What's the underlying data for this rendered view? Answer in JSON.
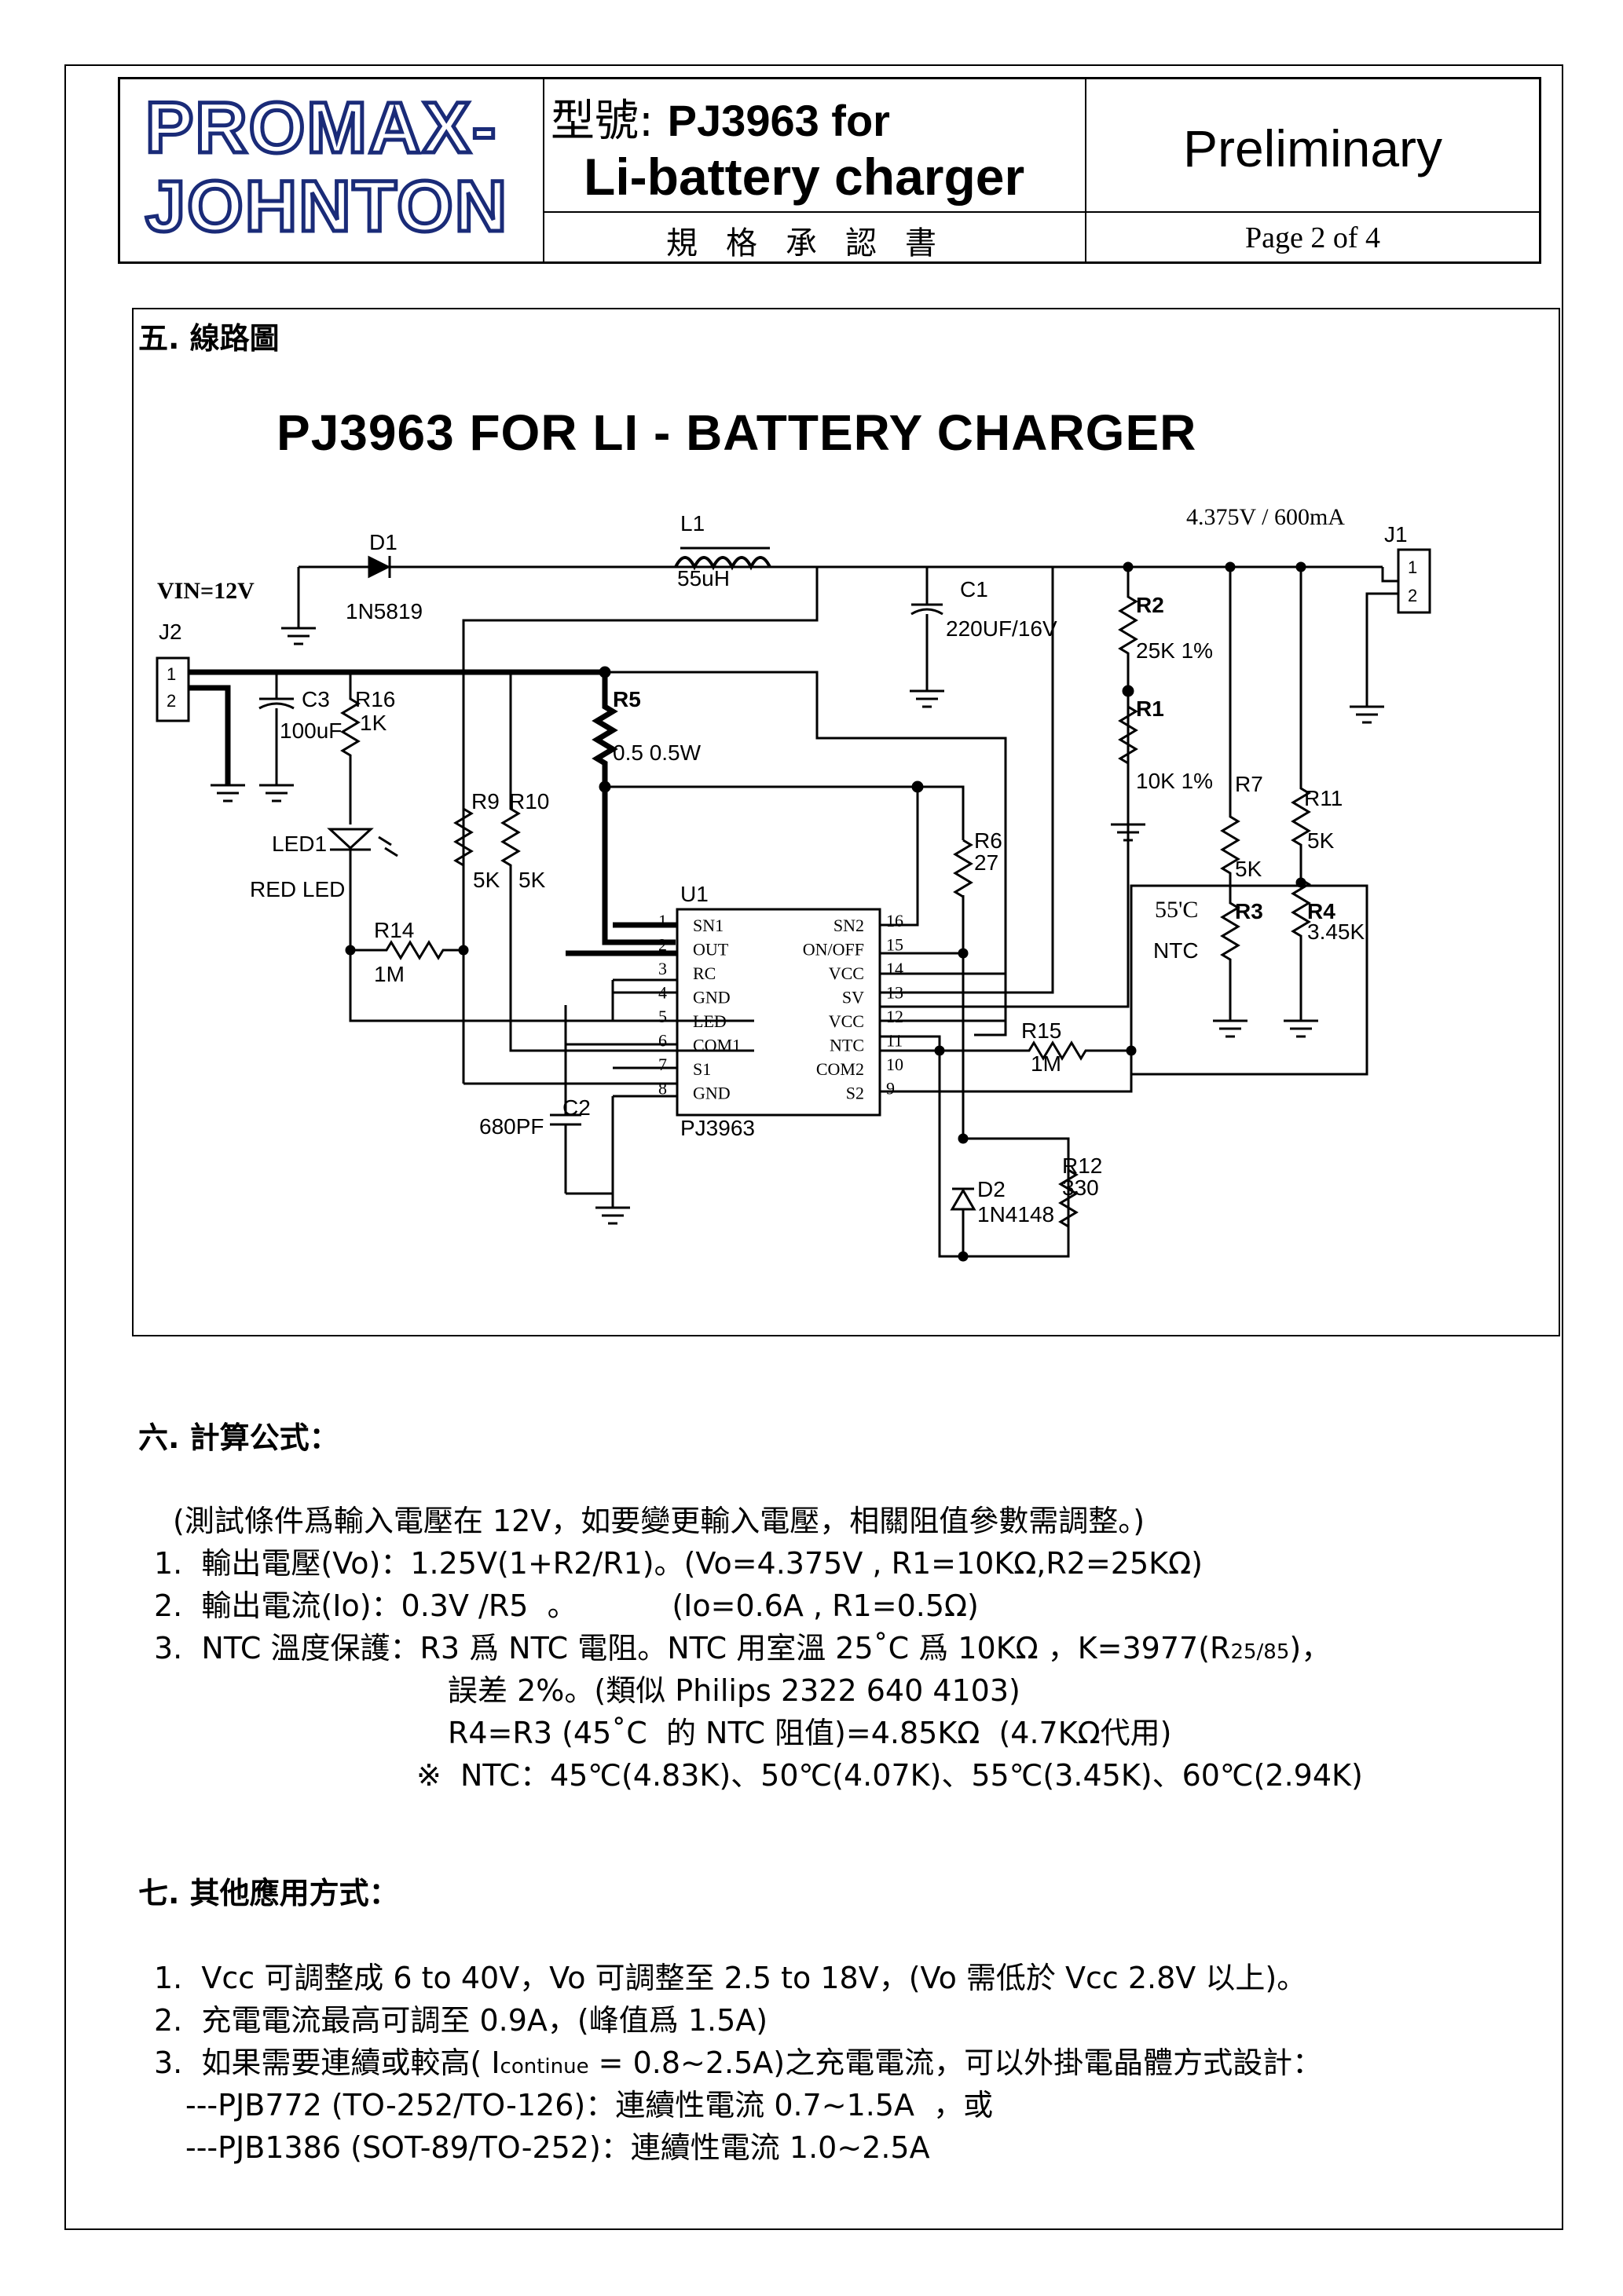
{
  "header": {
    "logo_line1": "PROMAX-",
    "logo_line2": "JOHNTON",
    "model_prefix": "型號: ",
    "model_name": "PJ3963 for",
    "model_line2": "Li-battery charger",
    "status": "Preliminary",
    "spec_label": "規格承認書",
    "page": "Page 2 of 4"
  },
  "section5": {
    "title": "五.  線路圖",
    "schematic_title": "PJ3963 FOR LI - BATTERY CHARGER",
    "labels": {
      "vin": "VIN=12V",
      "vout": "4.375V / 600mA",
      "j1": "J1",
      "j2": "J2",
      "d1": "D1",
      "d1_part": "1N5819",
      "l1": "L1",
      "l1_val": "55uH",
      "c1": "C1",
      "c1_val": "220UF/16V",
      "c3": "C3",
      "c3_val": "100uF",
      "r16": "R16",
      "r16_val": "1K",
      "r5": "R5",
      "r5_val": "0.5  0.5W",
      "r2": "R2",
      "r2_val": "25K 1%",
      "r1": "R1",
      "r1_val": "10K 1%",
      "r7": "R7",
      "r7_val": "5K",
      "r11": "R11",
      "r11_val": "5K",
      "r3": "R3",
      "r4": "R4",
      "r4_val": "3.45K",
      "ntc_temp": "55'C",
      "ntc": "NTC",
      "r9": "R9",
      "r10": "R10",
      "r9_val": "5K",
      "r10_val": "5K",
      "r6": "R6",
      "r6_val": "27",
      "led": "LED1",
      "led_name": "RED LED",
      "r14": "R14",
      "r14_val": "1M",
      "r15": "R15",
      "r15_val": "1M",
      "u1": "U1",
      "u1_part": "PJ3963",
      "c2": "C2",
      "c2_val": "680PF",
      "d2": "D2",
      "d2_part": "1N4148",
      "r12": "R12",
      "r12_val": "330",
      "pin1": "1",
      "pin2": "2"
    },
    "ic_pins_left": [
      {
        "num": "1",
        "name": "SN1"
      },
      {
        "num": "2",
        "name": "OUT"
      },
      {
        "num": "3",
        "name": "RC"
      },
      {
        "num": "4",
        "name": "GND"
      },
      {
        "num": "5",
        "name": "LED"
      },
      {
        "num": "6",
        "name": "COM1"
      },
      {
        "num": "7",
        "name": "S1"
      },
      {
        "num": "8",
        "name": "GND"
      }
    ],
    "ic_pins_right": [
      {
        "num": "16",
        "name": "SN2"
      },
      {
        "num": "15",
        "name": "ON/OFF"
      },
      {
        "num": "14",
        "name": "VCC"
      },
      {
        "num": "13",
        "name": "SV"
      },
      {
        "num": "12",
        "name": "VCC"
      },
      {
        "num": "11",
        "name": "NTC"
      },
      {
        "num": "10",
        "name": "COM2"
      },
      {
        "num": "9",
        "name": "S2"
      }
    ]
  },
  "section6": {
    "title": "六.  計算公式：",
    "note": "(測試條件爲輸入電壓在 12V，如要變更輸入電壓，相關阻值參數需調整。)",
    "item1": "1.  輸出電壓(Vo)：1.25V(1+R2/R1)。(Vo=4.375V , R1=10KΩ,R2=25KΩ)",
    "item2": "2.  輸出電流(Io)：0.3V /R5  。          (Io=0.6A , R1=0.5Ω)",
    "item3a": "3.  NTC 溫度保護：R3 爲 NTC 電阻。NTC 用室溫 25˚C 爲 10KΩ ，K=3977(R",
    "item3a_sub": "25/85",
    "item3a_end": ")，",
    "item3b": "誤差 2%。(類似 Philips 2322 640 4103)",
    "item3c": "R4=R3 (45˚C  的 NTC 阻值)=4.85KΩ  (4.7KΩ代用)",
    "item3d": "※  NTC：45℃(4.83K)、50℃(4.07K)、55℃(3.45K)、60℃(2.94K)"
  },
  "section7": {
    "title": "七.  其他應用方式：",
    "item1": "1.  Vcc 可調整成 6 to 40V，Vo 可調整至 2.5 to 18V，(Vo 需低於 Vcc 2.8V 以上)。",
    "item2": "2.  充電電流最高可調至 0.9A，(峰值爲 1.5A)",
    "item3_pre": "3.  如果需要連續或較高( I",
    "item3_sub": "continue",
    "item3_post": " = 0.8~2.5A)之充電電流，可以外掛電晶體方式設計：",
    "item3_opt1": "---PJB772 (TO-252/TO-126)：連續性電流 0.7~1.5A  ，或",
    "item3_opt2": "---PJB1386 (SOT-89/TO-252)：連續性電流 1.0~2.5A"
  }
}
